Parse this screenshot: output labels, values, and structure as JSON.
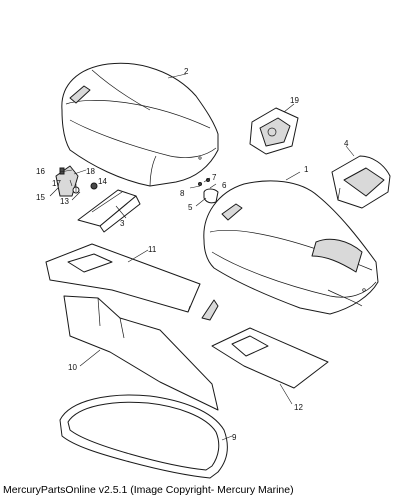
{
  "diagram": {
    "callouts": {
      "c1": "1",
      "c2": "2",
      "c3": "3",
      "c4": "4",
      "c5": "5",
      "c6": "6",
      "c7": "7",
      "c8": "8",
      "c9": "9",
      "c10": "10",
      "c11": "11",
      "c12": "12",
      "c13": "13",
      "c14": "14",
      "c15": "15",
      "c16": "16",
      "c17": "17",
      "c18": "18",
      "c19": "19"
    },
    "footer": "MercuryPartsOnline v2.5.1 (Image Copyright- Mercury Marine)"
  }
}
